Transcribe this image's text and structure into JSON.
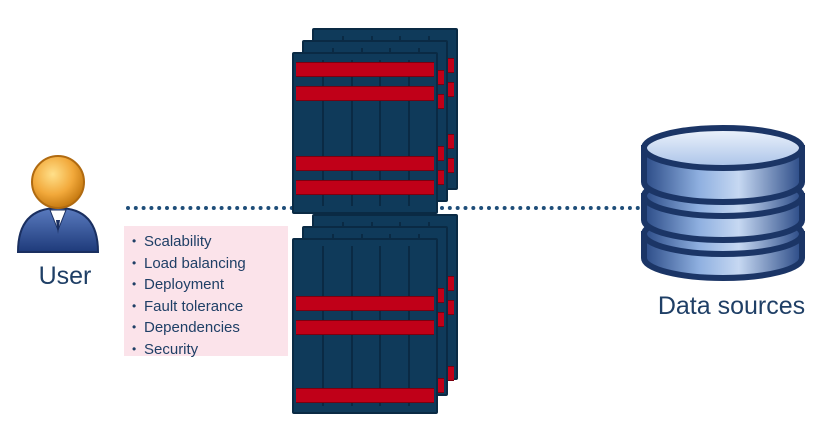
{
  "diagram": {
    "user": {
      "label": "User",
      "icon": "user-icon"
    },
    "data_sources": {
      "label": "Data sources",
      "icon": "database-icon"
    },
    "server": {
      "icon": "server-rack-icon"
    },
    "concerns": [
      "Scalability",
      "Load balancing",
      "Deployment",
      "Fault tolerance",
      "Dependencies",
      "Security"
    ],
    "colors": {
      "text": "#1f3f66",
      "server_body": "#0f3a5a",
      "server_band": "#c00018",
      "concerns_bg": "#fbe3ea",
      "connector": "#1f4e79"
    }
  }
}
